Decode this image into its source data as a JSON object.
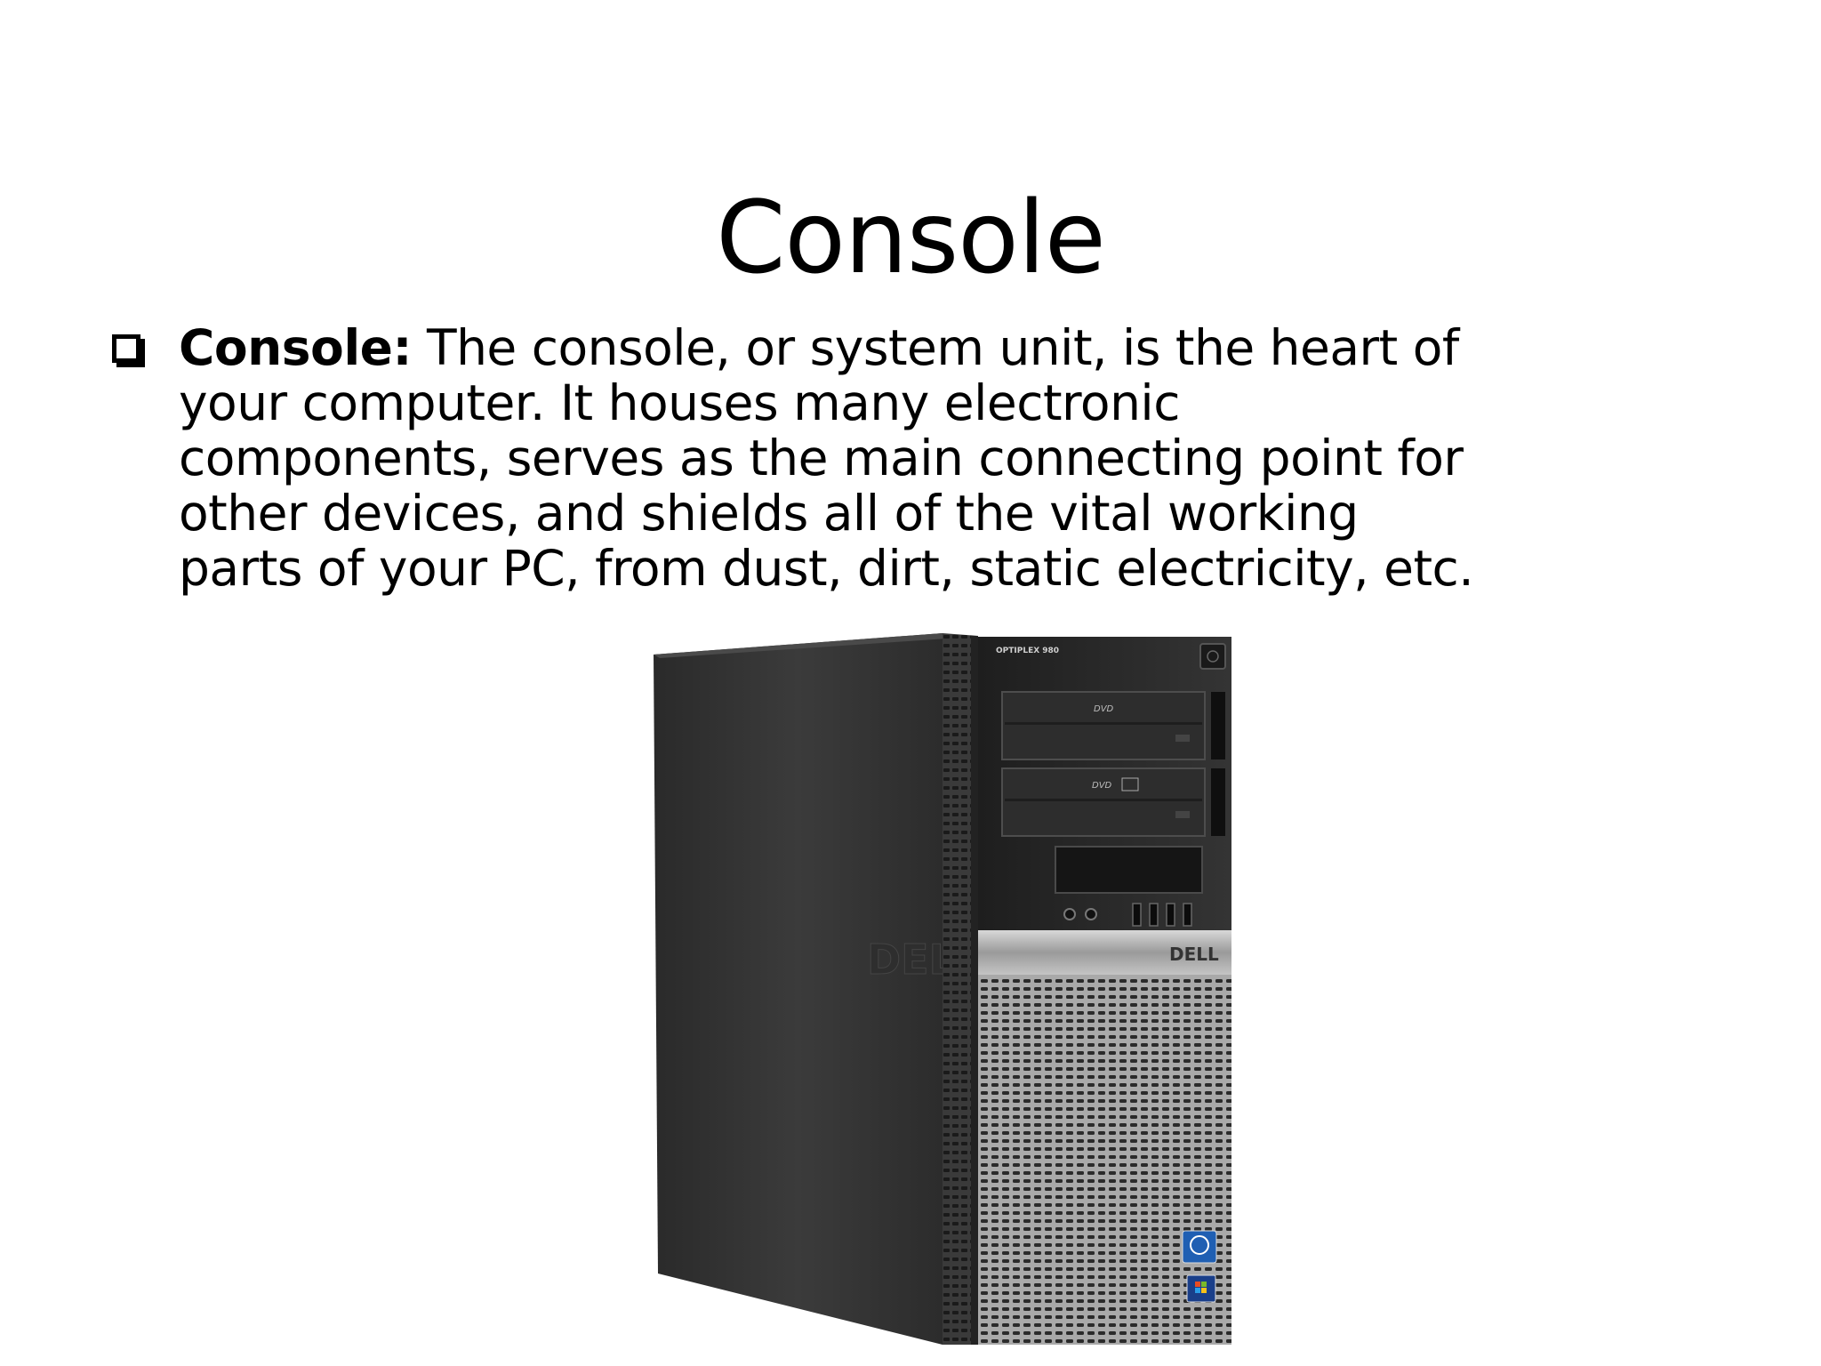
{
  "slide": {
    "title": "Console",
    "bullet": {
      "term": "Console:",
      "lines": [
        " The console, or system unit, is the heart of",
        "your computer. It houses many electronic",
        "components, serves as the main connecting point for",
        "other devices, and shields all of the vital working",
        "parts of your PC, from dust, dirt, static electricity, etc."
      ]
    },
    "image": {
      "icon": "desktop-tower-icon",
      "model_label": "OPTIPLEX 980",
      "drive_label_1": "DVD",
      "drive_label_2": "DVD",
      "brand": "DELL",
      "side_brand": "DELL"
    }
  }
}
